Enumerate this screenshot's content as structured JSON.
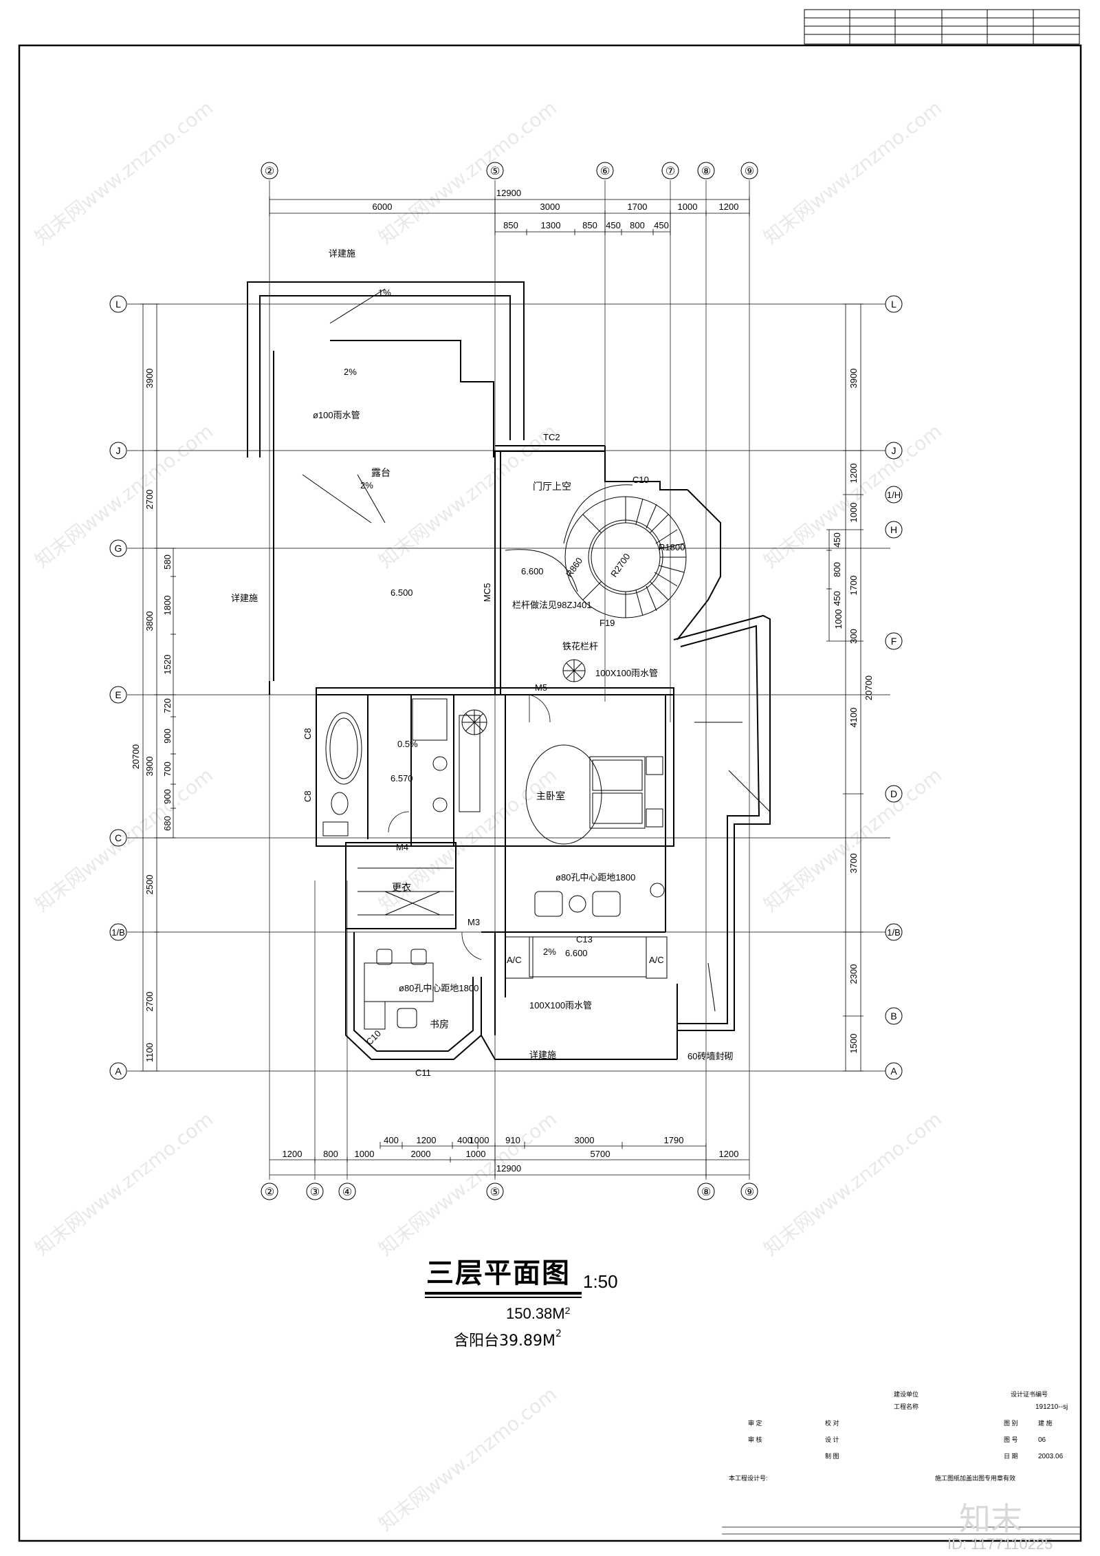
{
  "drawing": {
    "title": "三层平面图",
    "scale": "1:50",
    "area_main": "150.38M",
    "area_main_sup": "2",
    "area_balcony": "含阳台39.89M",
    "area_balcony_sup": "2"
  },
  "axes": {
    "top": [
      "②",
      "⑤",
      "⑥",
      "⑦",
      "⑧",
      "⑨"
    ],
    "bottom": [
      "②",
      "③",
      "④",
      "⑤",
      "⑧",
      "⑨"
    ],
    "left": [
      "L",
      "J",
      "G",
      "E",
      "C",
      "1/B",
      "A"
    ],
    "right": [
      "L",
      "J",
      "1/H",
      "H",
      "F",
      "D",
      "1/B",
      "B",
      "A"
    ]
  },
  "dims": {
    "top_total": "12900",
    "top_row1": [
      "6000",
      "3000",
      "1700",
      "1000",
      "1200"
    ],
    "top_row2": [
      "850",
      "1300",
      "850",
      "450",
      "800",
      "450"
    ],
    "bottom_total": "12900",
    "bottom_row1": [
      "1200",
      "800",
      "1000",
      "2000",
      "1000",
      "5700",
      "1200"
    ],
    "bottom_row2": [
      "400",
      "1200",
      "400",
      "1000",
      "910",
      "3000",
      "1790"
    ],
    "left_total": "20700",
    "left_row1": [
      "3900",
      "2700",
      "3800",
      "3900",
      "2500",
      "2700",
      "1100"
    ],
    "left_row2": [
      "580",
      "1800",
      "1520",
      "720",
      "900",
      "700",
      "900",
      "680"
    ],
    "right_total": "20700",
    "right_row1": [
      "3900",
      "1200",
      "1000",
      "1700",
      "1000",
      "4100",
      "3700",
      "2300",
      "1500"
    ],
    "right_row2": [
      "450",
      "800",
      "450",
      "300"
    ]
  },
  "rooms": {
    "terrace": "露台",
    "foyer_void": "门厅上空",
    "master_bedroom": "主卧室",
    "dressing": "更衣",
    "study": "书房"
  },
  "labels": {
    "slope_1": "1%",
    "slope_2": "2%",
    "slope_0_5": "0.5%",
    "elev_6500": "6.500",
    "elev_6600": "6.600",
    "elev_6570": "6.570",
    "drain_100": "ø100雨水管",
    "drain_sq": "100X100雨水管",
    "drain_sq2": "100X100雨水管",
    "railing": "栏杆做法见98ZJ401",
    "iron_railing": "铁花栏杆",
    "hole_1800": "ø80孔中心距地1800",
    "hole_1800b": "ø80孔中心距地1800",
    "ac": "A/C",
    "brick_note": "60砖墙封砌",
    "detail_note": "详建施",
    "r1800": "R1800",
    "r860": "R860",
    "r2700": "R2700",
    "mc5": "MC5",
    "m5": "M5",
    "m4": "M4",
    "m3": "M3",
    "c8": "C8",
    "c10": "C10",
    "c11": "C11",
    "c13": "C13",
    "tc2": "TC2",
    "f19": "F19"
  },
  "title_block": {
    "design_unit": "建设单位",
    "project_name": "工程名称",
    "cert_no": "设计证书编号",
    "cert_value": "191210--sj",
    "review": "审 定",
    "check": "审 核",
    "proof": "校 对",
    "design": "设 计",
    "draw": "制 图",
    "sheet_type": "图 别",
    "sheet_type_value": "建 施",
    "sheet_no": "图 号",
    "sheet_no_value": "06",
    "date": "日 期",
    "date_value": "2003.06",
    "drawing_no_label": "本工程设计号:",
    "stamp_note": "施工图纸加盖出图专用章有效"
  },
  "watermark": {
    "text": "知末网www.znzmo.com",
    "brand": "知末",
    "id": "ID: 1177110225"
  }
}
